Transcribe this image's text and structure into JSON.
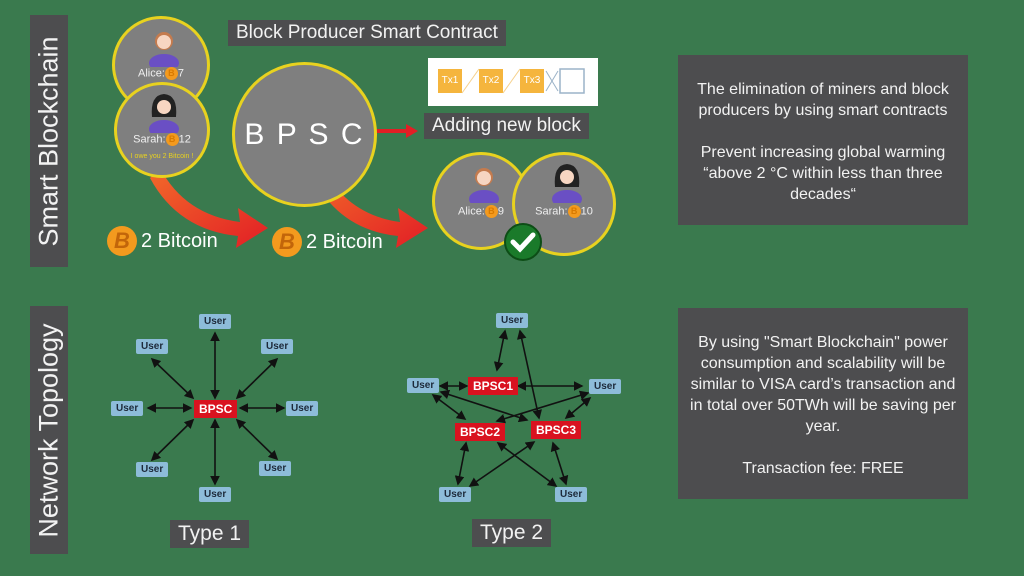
{
  "sections": {
    "smart_blockchain": "Smart Blockchain",
    "network_topology": "Network Topology"
  },
  "top": {
    "title": "Block Producer Smart Contract",
    "bpsc_label": "B P S C",
    "adding_block_label": "Adding new block",
    "transactions": [
      "Tx1",
      "Tx2",
      "Tx3"
    ],
    "before": {
      "alice": {
        "name": "Alice:",
        "balance": "7"
      },
      "sarah": {
        "name": "Sarah:",
        "balance": "12",
        "note": "I owe you 2 Bitcoin !"
      }
    },
    "after": {
      "alice": {
        "name": "Alice:",
        "balance": "9"
      },
      "sarah": {
        "name": "Sarah:",
        "balance": "10"
      }
    },
    "transfer_1": "2 Bitcoin",
    "transfer_2": "2 Bitcoin",
    "coin_symbol": "B"
  },
  "info_boxes": {
    "box1": {
      "para1": "The elimination of miners and block producers by using smart contracts",
      "para2": "Prevent increasing global warming “above 2 °C within less than three decades“"
    },
    "box2": {
      "para1": "By using \"Smart Blockchain\" power consumption and scalability will be similar to VISA card’s transaction and in total over 50TWh will be saving per year.",
      "para2": "Transaction fee: FREE"
    }
  },
  "topology": {
    "type1": {
      "label": "Type 1",
      "center": "BPSC",
      "user_label": "User"
    },
    "type2": {
      "label": "Type 2",
      "centers": [
        "BPSC1",
        "BPSC2",
        "BPSC3"
      ],
      "user_label": "User"
    }
  },
  "colors": {
    "background": "#3a7a4e",
    "box": "#4d4d4f",
    "accent_red": "#d9121f",
    "user_blue": "#8dbcd9",
    "circle_border": "#e8d21f",
    "coin": "#f39a1e"
  }
}
